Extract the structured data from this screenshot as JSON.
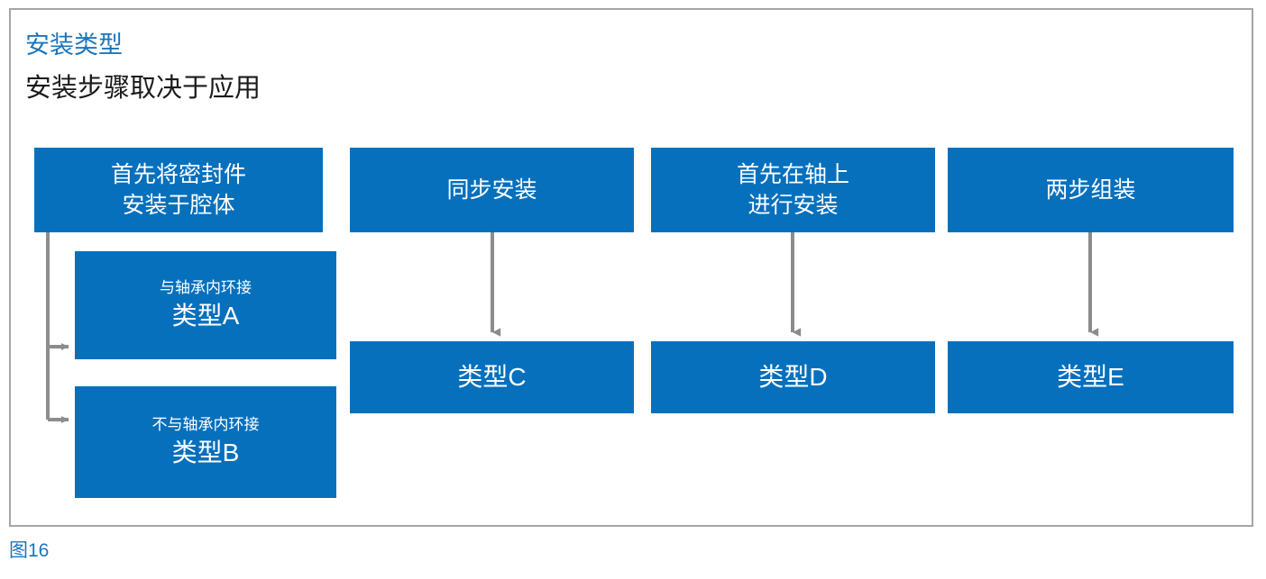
{
  "figure": {
    "title": "安装类型",
    "subtitle": "安装步骤取决于应用",
    "caption": "图16",
    "accent_color": "#1b75bb",
    "box_color": "#0670bd",
    "connector_color": "#8c8c8c",
    "frame_border_color": "#a6a6a6",
    "box_text_color": "#ffffff"
  },
  "columns": [
    {
      "header": {
        "name": "seal-first",
        "lines": [
          "首先将密封件",
          "安装于腔体"
        ]
      },
      "results": [
        {
          "name": "type-a",
          "sub": "与轴承内环接",
          "label": "类型A"
        },
        {
          "name": "type-b",
          "sub": "不与轴承内环接",
          "label": "类型B"
        }
      ]
    },
    {
      "header": {
        "name": "sync-install",
        "lines": [
          "同步安装"
        ]
      },
      "results": [
        {
          "name": "type-c",
          "sub": "",
          "label": "类型C"
        }
      ]
    },
    {
      "header": {
        "name": "shaft-first",
        "lines": [
          "首先在轴上",
          "进行安装"
        ]
      },
      "results": [
        {
          "name": "type-d",
          "sub": "",
          "label": "类型D"
        }
      ]
    },
    {
      "header": {
        "name": "two-step",
        "lines": [
          "两步组装"
        ]
      },
      "results": [
        {
          "name": "type-e",
          "sub": "",
          "label": "类型E"
        }
      ]
    }
  ],
  "boxes": {
    "seal_first_line1": "首先将密封件",
    "seal_first_line2": "安装于腔体",
    "sync_install": "同步安装",
    "shaft_first_line1": "首先在轴上",
    "shaft_first_line2": "进行安装",
    "two_step": "两步组装",
    "type_a_sub": "与轴承内环接",
    "type_a_label": "类型A",
    "type_b_sub": "不与轴承内环接",
    "type_b_label": "类型B",
    "type_c_label": "类型C",
    "type_d_label": "类型D",
    "type_e_label": "类型E"
  }
}
